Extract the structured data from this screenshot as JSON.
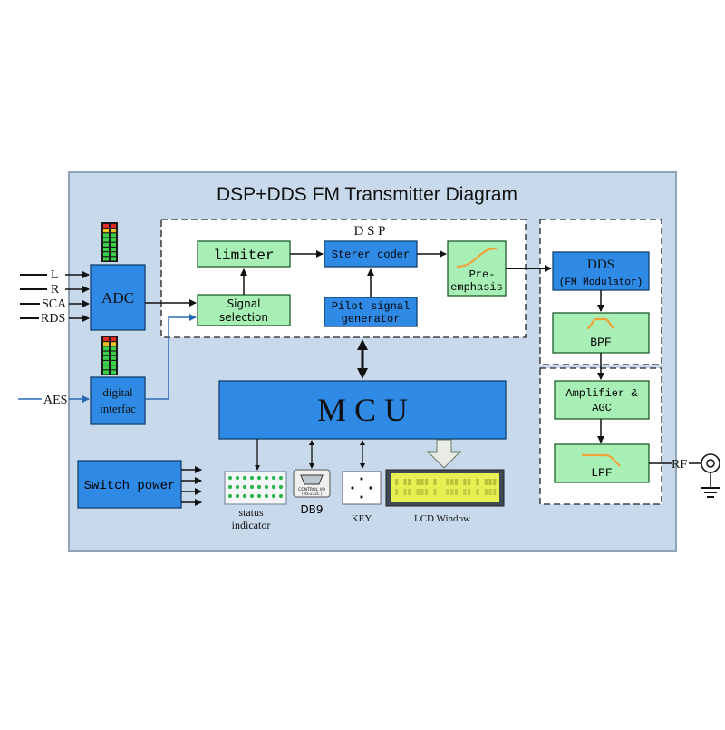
{
  "title": "DSP+DDS FM Transmitter Diagram",
  "colors": {
    "background": "#ffffff",
    "panel": "#c7d9ea",
    "panel_border": "#8ea3b6",
    "blue_block": "#2f8ae6",
    "blue_block_border": "#13406e",
    "green_block": "#a8efb5",
    "green_block_border": "#1f5b2a",
    "lcd": "#e7ef52"
  },
  "groups": {
    "dsp": "D S P"
  },
  "inputs": {
    "analog": [
      "L",
      "R",
      "SCA",
      "RDS"
    ],
    "digital": "AES"
  },
  "blocks": {
    "adc": "ADC",
    "digital_interface": [
      "digital",
      "interfac"
    ],
    "limiter": "limiter",
    "signal_selection": [
      "Signal",
      "selection"
    ],
    "stereo_coder": "Sterer coder",
    "pilot_generator": [
      "Pilot signal",
      "generator"
    ],
    "pre_emphasis": [
      "Pre-",
      "emphasis"
    ],
    "dds": [
      "DDS",
      "(FM Modulator)"
    ],
    "bpf": "BPF",
    "amplifier_agc": [
      "Amplifier &",
      "AGC"
    ],
    "lpf": "LPF",
    "mcu": "M C U",
    "switch_power": "Switch power"
  },
  "peripherals": {
    "status_indicator": [
      "status",
      "indicator"
    ],
    "db9": "DB9",
    "db9_plate": [
      "CONTROL I/O",
      "( RS-232C )"
    ],
    "key": "KEY",
    "lcd_window": "LCD Window"
  },
  "output": {
    "rf": "RF"
  },
  "icons": {
    "level_meter": "vu-meter-icon",
    "rf_connector": "antenna-connector-icon",
    "ground": "ground-icon",
    "filter_curve": "filter-response-icon"
  }
}
